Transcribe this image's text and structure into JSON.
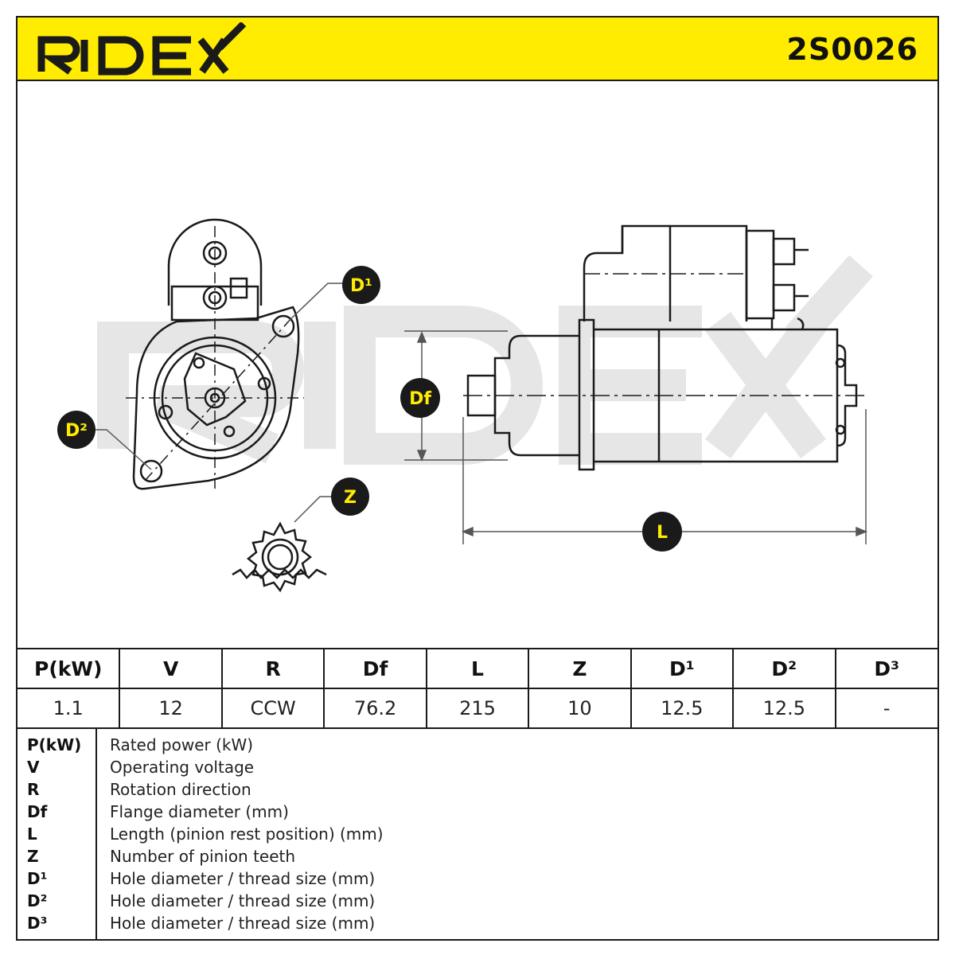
{
  "brand": {
    "name": "RIDEX",
    "colors": {
      "accent": "#ffec00",
      "ink": "#1a1a1a",
      "watermark": "#e6e6e6"
    }
  },
  "part_number": "2S0026",
  "drawing": {
    "labels": {
      "d1": "D¹",
      "d2": "D²",
      "df": "Df",
      "z": "Z",
      "l": "L"
    }
  },
  "spec_table": {
    "headers": [
      "P(kW)",
      "V",
      "R",
      "Df",
      "L",
      "Z",
      "D¹",
      "D²",
      "D³"
    ],
    "values": [
      "1.1",
      "12",
      "CCW",
      "76.2",
      "215",
      "10",
      "12.5",
      "12.5",
      "-"
    ]
  },
  "legend": [
    {
      "key": "P(kW)",
      "desc": "Rated power (kW)"
    },
    {
      "key": "V",
      "desc": "Operating voltage"
    },
    {
      "key": "R",
      "desc": "Rotation direction"
    },
    {
      "key": "Df",
      "desc": "Flange diameter (mm)"
    },
    {
      "key": "L",
      "desc": "Length (pinion rest position) (mm)"
    },
    {
      "key": "Z",
      "desc": "Number of pinion teeth"
    },
    {
      "key": "D¹",
      "desc": "Hole diameter / thread size (mm)"
    },
    {
      "key": "D²",
      "desc": "Hole diameter / thread size (mm)"
    },
    {
      "key": "D³",
      "desc": "Hole diameter / thread size (mm)"
    }
  ]
}
